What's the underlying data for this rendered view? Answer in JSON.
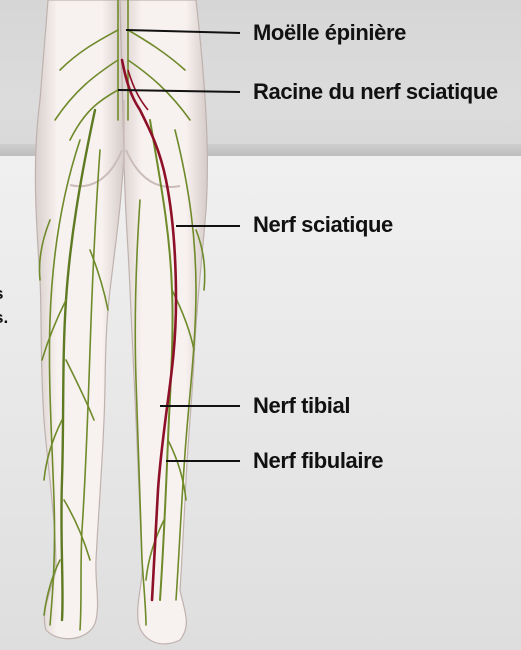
{
  "labels": {
    "spinal_cord": "Moëlle épinière",
    "sciatic_root": "Racine du nerf sciatique",
    "sciatic_nerve": "Nerf sciatique",
    "tibial_nerve": "Nerf tibial",
    "fibular_nerve": "Nerf fibulaire"
  },
  "side_text": {
    "line1": "s",
    "line2": "s."
  },
  "colors": {
    "nerve_green": "#6f8a2a",
    "sciatic_red": "#8e1028",
    "skin": "#f3ecea",
    "leader_line": "#111111"
  }
}
